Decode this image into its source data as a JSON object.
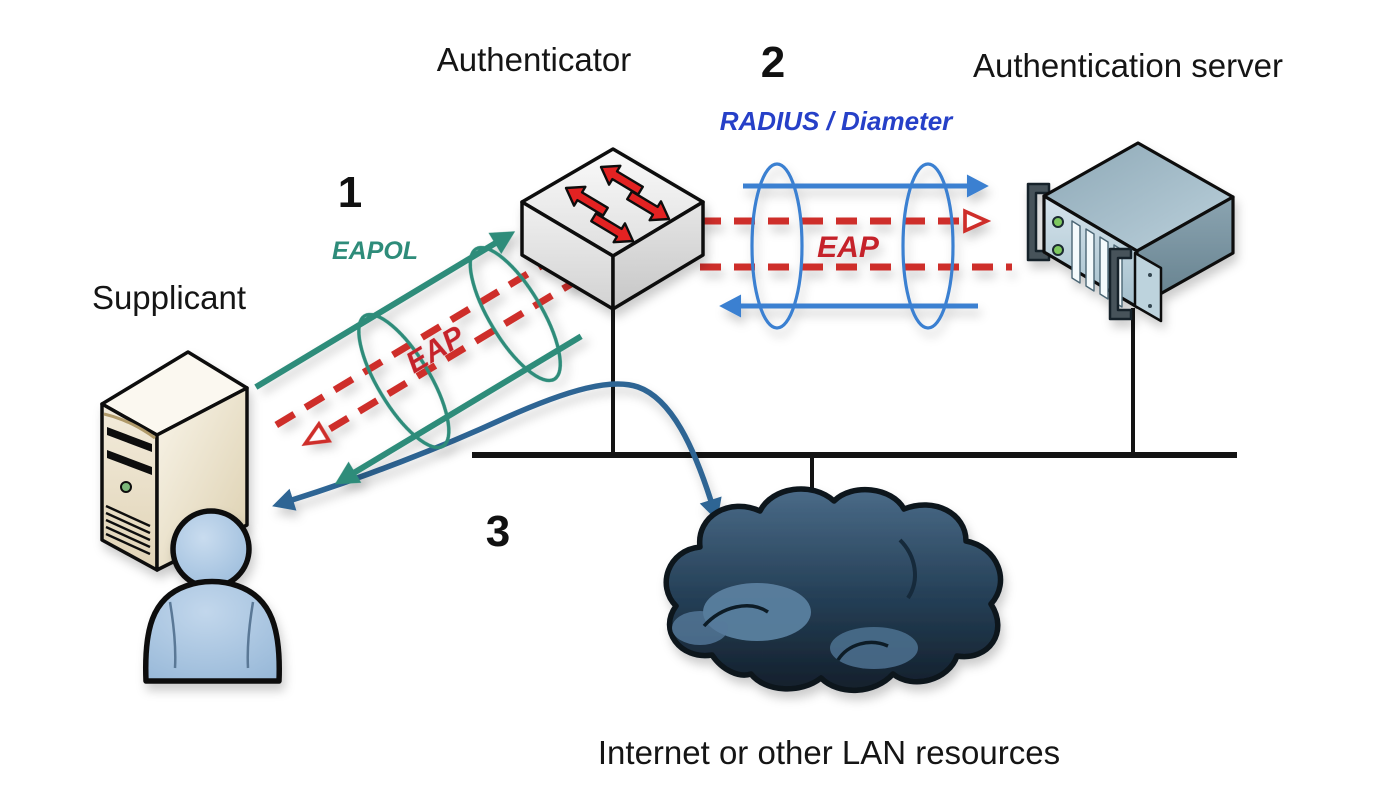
{
  "diagram": {
    "description": "802.1X network authentication diagram",
    "labels": {
      "supplicant": "Supplicant",
      "authenticator": "Authenticator",
      "authentication_server": "Authentication server",
      "step_1": "1",
      "step_2": "2",
      "step_3": "3",
      "eapol_protocol": "EAPOL",
      "radius_protocol": "RADIUS / Diameter",
      "eap_supplicant_side": "EAP",
      "eap_server_side": "EAP",
      "lan_resources": "Internet or other LAN resources"
    },
    "icons": {
      "supplicant_computer": "desktop-tower-icon",
      "supplicant_user": "person-icon",
      "authenticator_switch": "network-switch-icon",
      "authentication_server": "rack-server-icon",
      "lan_cloud": "cloud-icon"
    },
    "colors": {
      "eapol_green": "#2E8C7A",
      "eap_red": "#CE2F2B",
      "eap_text_red": "#C5242B",
      "radius_blue": "#3B80D1",
      "radius_label_blue": "#2640C8",
      "lan_curve_blue": "#2E6594",
      "cloud_dark": "#2A4560",
      "line_black": "#131313",
      "label_black": "#151515"
    }
  }
}
